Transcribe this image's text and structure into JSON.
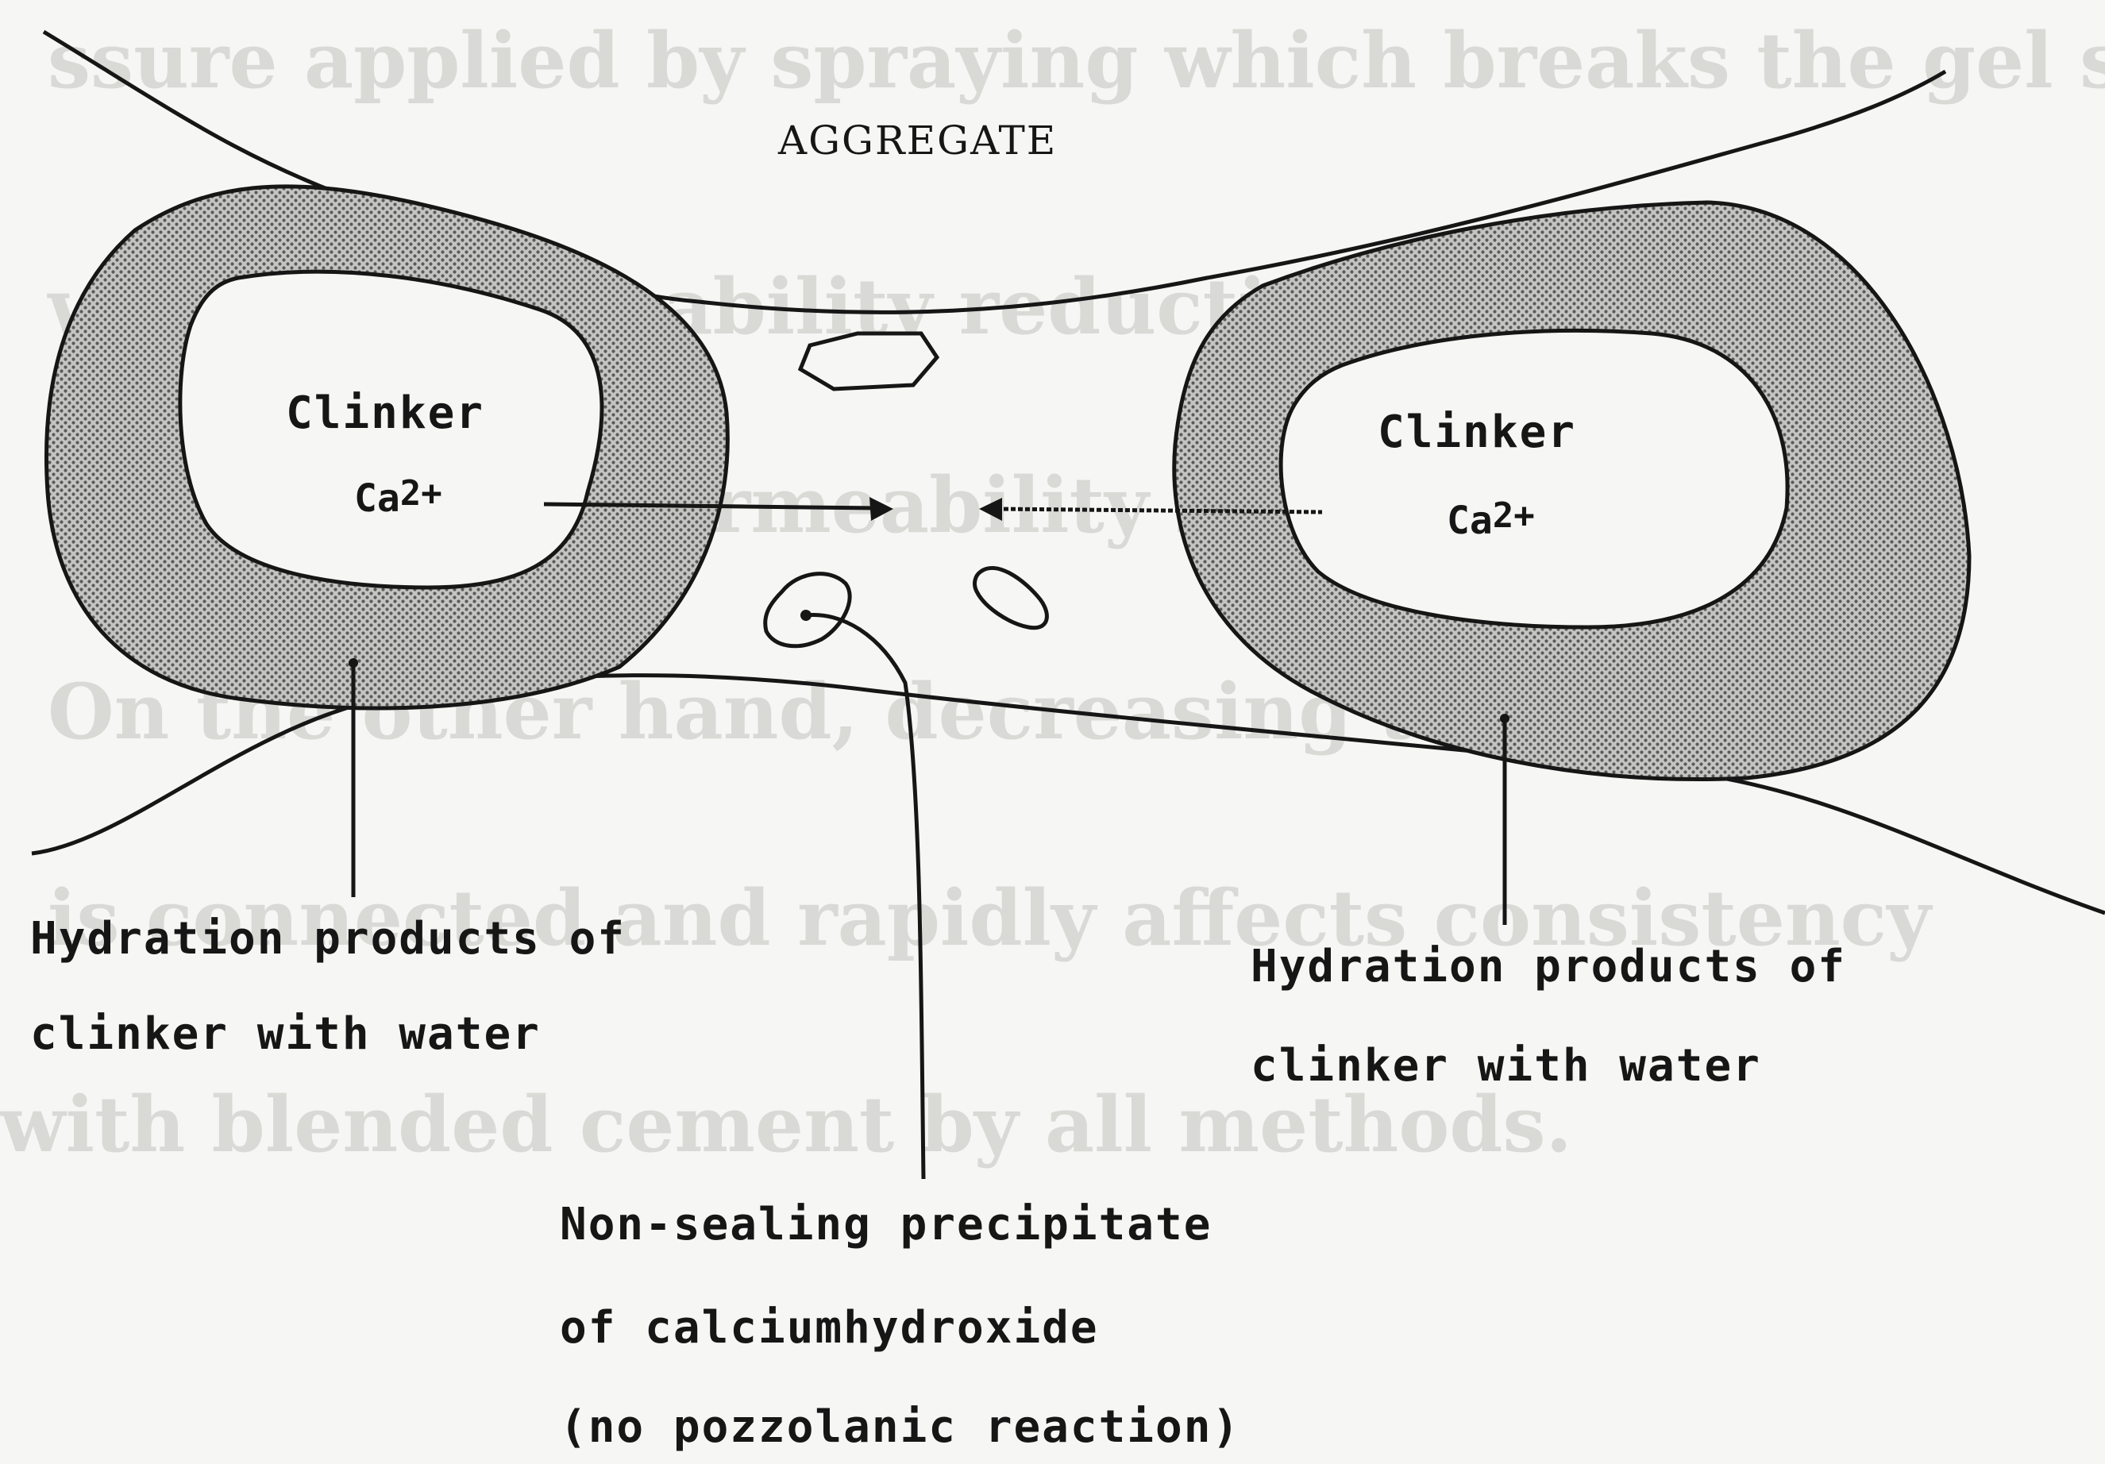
{
  "diagram": {
    "top_label": "AGGREGATE",
    "left_clinker": {
      "name": "Clinker",
      "ion": "Ca",
      "charge": "2+"
    },
    "right_clinker": {
      "name": "Clinker",
      "ion": "Ca",
      "charge": "2+"
    },
    "left_caption": {
      "line1": "Hydration products of",
      "line2": "clinker with water"
    },
    "right_caption": {
      "line1": "Hydration products of",
      "line2": "clinker with water"
    },
    "center_caption": {
      "line1": "Non-sealing precipitate",
      "line2": "of calciumhydroxide",
      "line3": "(no pozzolanic reaction)"
    }
  },
  "colors": {
    "background": "#f6f6f4",
    "ink": "#161616",
    "shade": "#b9b9b9",
    "show_through": "#d9d9d6"
  }
}
